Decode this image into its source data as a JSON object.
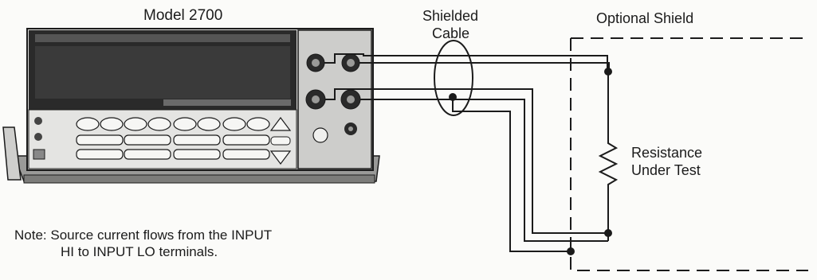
{
  "labels": {
    "instrument": "Model 2700",
    "cable_line1": "Shielded",
    "cable_line2": "Cable",
    "shield": "Optional Shield",
    "dut_line1": "Resistance",
    "dut_line2": "Under Test",
    "note_line1": "Note: Source current flows from the INPUT",
    "note_line2": "HI to INPUT  LO terminals."
  },
  "colors": {
    "ink": "#1b1b1b",
    "panel": "#d9d9d7",
    "display": "#2a2a2a",
    "background": "#fbfbf9"
  }
}
